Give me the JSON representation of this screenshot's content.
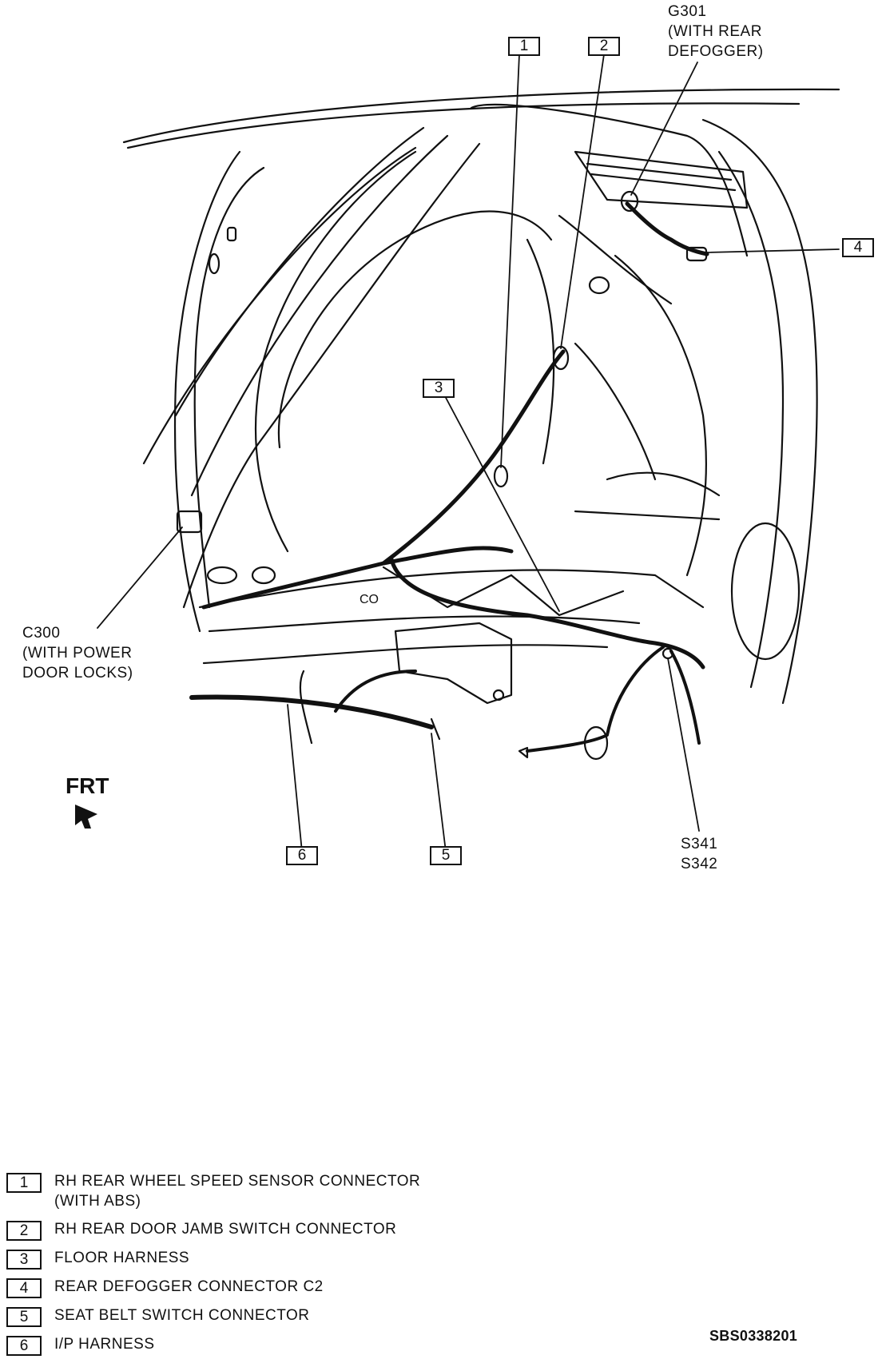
{
  "callouts": {
    "c1": "1",
    "c2": "2",
    "c3": "3",
    "c4": "4",
    "c5": "5",
    "c6": "6"
  },
  "labels": {
    "g301": "G301\n(WITH REAR\nDEFOGGER)",
    "c300": "C300\n(WITH POWER\nDOOR LOCKS)",
    "s341": "S341\nS342",
    "frt": "FRT",
    "drawing_code": "SBS0338201",
    "body_marking": "CO"
  },
  "legend": [
    {
      "num": "1",
      "text": "RH REAR WHEEL SPEED SENSOR CONNECTOR\n(WITH ABS)"
    },
    {
      "num": "2",
      "text": "RH REAR DOOR JAMB SWITCH CONNECTOR"
    },
    {
      "num": "3",
      "text": "FLOOR HARNESS"
    },
    {
      "num": "4",
      "text": "REAR DEFOGGER CONNECTOR C2"
    },
    {
      "num": "5",
      "text": "SEAT BELT SWITCH CONNECTOR"
    },
    {
      "num": "6",
      "text": "I/P HARNESS"
    }
  ]
}
